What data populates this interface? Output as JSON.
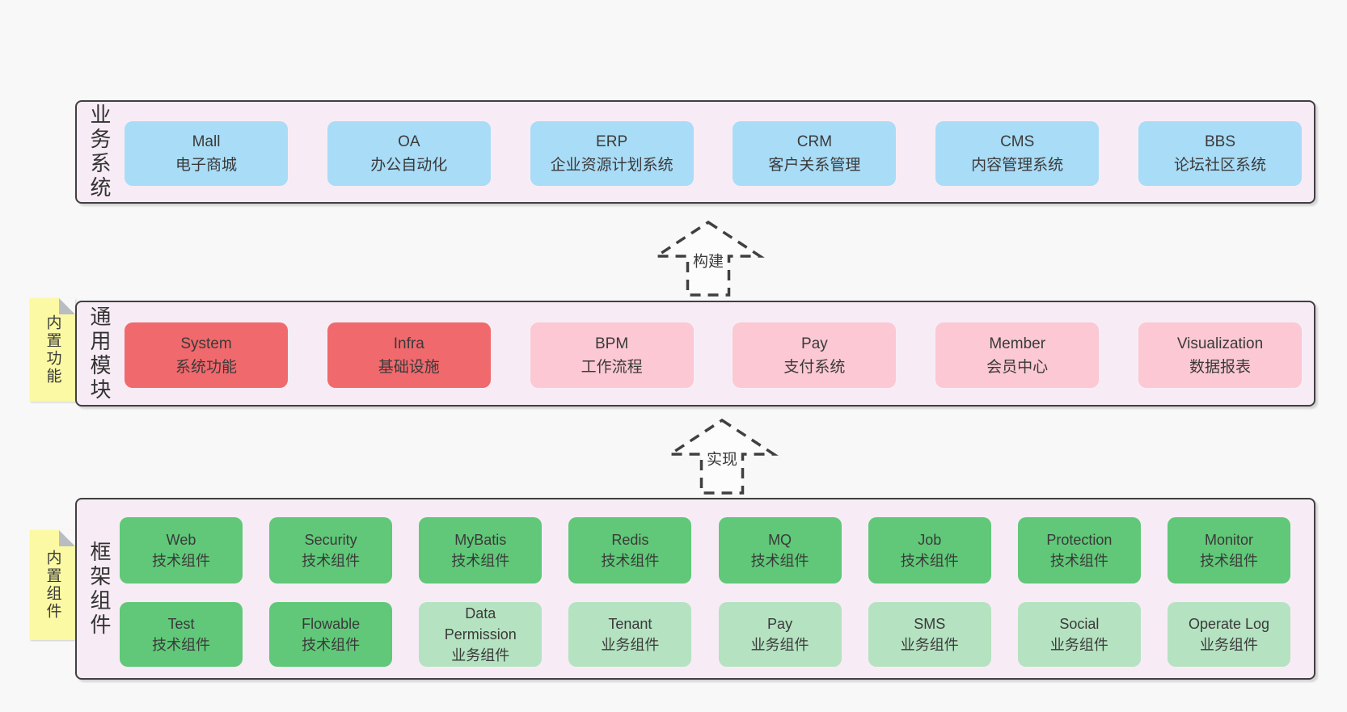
{
  "colors": {
    "page_bg": "#f8f8f8",
    "panel_bg": "#f7ecf5",
    "panel_border": "#404040",
    "box_blue": "#a9dcf6",
    "box_red": "#f0696c",
    "box_pink": "#fbc8d3",
    "box_green": "#60c878",
    "box_green_light": "#b5e2c1",
    "sticky_yellow": "#fbf9a3",
    "sticky_fold": "#b9bdc1",
    "text": "#3a3a3a"
  },
  "panels": [
    {
      "label": "业务系统",
      "items": [
        {
          "title": "Mall",
          "subtitle": "电子商城"
        },
        {
          "title": "OA",
          "subtitle": "办公自动化"
        },
        {
          "title": "ERP",
          "subtitle": "企业资源计划系统"
        },
        {
          "title": "CRM",
          "subtitle": "客户关系管理"
        },
        {
          "title": "CMS",
          "subtitle": "内容管理系统"
        },
        {
          "title": "BBS",
          "subtitle": "论坛社区系统"
        }
      ]
    },
    {
      "label": "通用模块",
      "sticky": "内置功能",
      "items": [
        {
          "title": "System",
          "subtitle": "系统功能"
        },
        {
          "title": "Infra",
          "subtitle": "基础设施"
        },
        {
          "title": "BPM",
          "subtitle": "工作流程"
        },
        {
          "title": "Pay",
          "subtitle": "支付系统"
        },
        {
          "title": "Member",
          "subtitle": "会员中心"
        },
        {
          "title": "Visualization",
          "subtitle": "数据报表"
        }
      ]
    },
    {
      "label": "框架组件",
      "sticky": "内置组件",
      "rows": [
        [
          {
            "title": "Web",
            "subtitle": "技术组件"
          },
          {
            "title": "Security",
            "subtitle": "技术组件"
          },
          {
            "title": "MyBatis",
            "subtitle": "技术组件"
          },
          {
            "title": "Redis",
            "subtitle": "技术组件"
          },
          {
            "title": "MQ",
            "subtitle": "技术组件"
          },
          {
            "title": "Job",
            "subtitle": "技术组件"
          },
          {
            "title": "Protection",
            "subtitle": "技术组件"
          },
          {
            "title": "Monitor",
            "subtitle": "技术组件"
          }
        ],
        [
          {
            "title": "Test",
            "subtitle": "技术组件"
          },
          {
            "title": "Flowable",
            "subtitle": "技术组件"
          },
          {
            "title": "Data Permission",
            "subtitle": "业务组件"
          },
          {
            "title": "Tenant",
            "subtitle": "业务组件"
          },
          {
            "title": "Pay",
            "subtitle": "业务组件"
          },
          {
            "title": "SMS",
            "subtitle": "业务组件"
          },
          {
            "title": "Social",
            "subtitle": "业务组件"
          },
          {
            "title": "Operate Log",
            "subtitle": "业务组件"
          }
        ]
      ]
    }
  ],
  "arrows": [
    {
      "label": "构建"
    },
    {
      "label": "实现"
    }
  ]
}
